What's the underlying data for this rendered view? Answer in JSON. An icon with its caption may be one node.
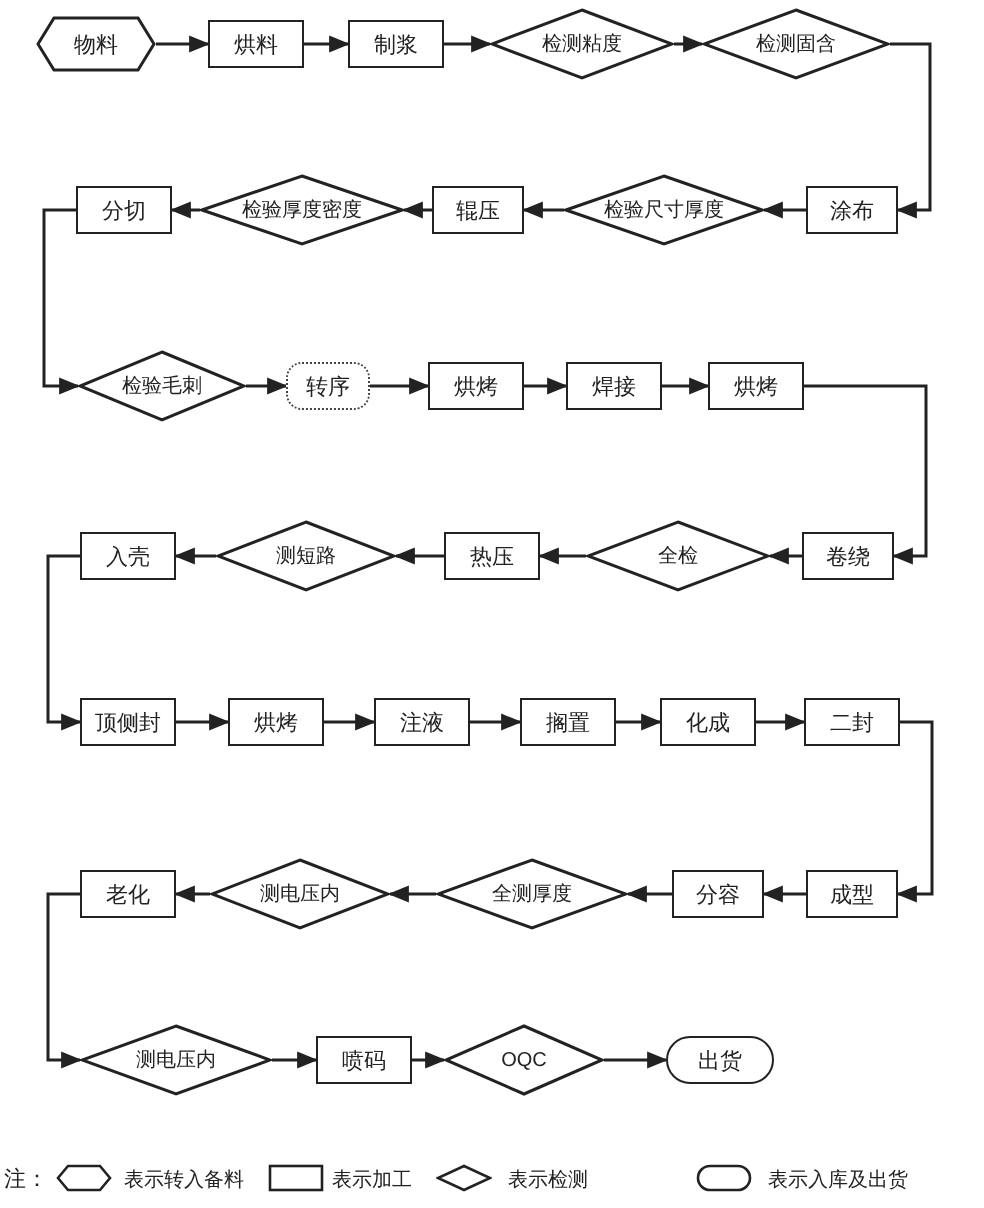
{
  "diagram": {
    "nodes": [
      {
        "text": [
          "物料"
        ]
      },
      {
        "text": [
          "烘料"
        ]
      },
      {
        "text": [
          "制浆"
        ]
      },
      {
        "text": [
          "检测粘度"
        ]
      },
      {
        "text": [
          "检测固含"
        ]
      },
      {
        "text": [
          "涂布"
        ]
      },
      {
        "text": [
          "检验尺寸厚度"
        ]
      },
      {
        "text": [
          "辊压"
        ]
      },
      {
        "text": [
          "检验厚度密度"
        ]
      },
      {
        "text": [
          "分切"
        ]
      },
      {
        "text": [
          "检验毛刺"
        ]
      },
      {
        "text": [
          "转序"
        ]
      },
      {
        "text": [
          "烘烤"
        ]
      },
      {
        "text": [
          "焊接"
        ]
      },
      {
        "text": [
          "烘烤"
        ]
      },
      {
        "text": [
          "卷绕"
        ]
      },
      {
        "text": [
          "全检"
        ]
      },
      {
        "text": [
          "热压"
        ]
      },
      {
        "text": [
          "测短路"
        ]
      },
      {
        "text": [
          "入壳"
        ]
      },
      {
        "text": [
          "顶侧封"
        ]
      },
      {
        "text": [
          "烘烤"
        ]
      },
      {
        "text": [
          "注液"
        ]
      },
      {
        "text": [
          "搁置"
        ]
      },
      {
        "text": [
          "化成"
        ]
      },
      {
        "text": [
          "二封"
        ]
      },
      {
        "text": [
          "成型"
        ]
      },
      {
        "text": [
          "分容"
        ]
      },
      {
        "text": [
          "全测厚度"
        ]
      },
      {
        "text": [
          "测电压内"
        ]
      },
      {
        "text": [
          "老化"
        ]
      },
      {
        "text": [
          "测电压内"
        ]
      },
      {
        "text": [
          "喷码"
        ]
      },
      {
        "text": [
          "OQC"
        ]
      },
      {
        "text": [
          "出货"
        ]
      }
    ],
    "edges": [
      {
        "from": 0,
        "to": 1,
        "arrow": "to"
      },
      {
        "from": 1,
        "to": 2,
        "arrow": "to"
      },
      {
        "from": 2,
        "to": 3,
        "arrow": "to"
      },
      {
        "from": 3,
        "to": 4,
        "arrow": "to"
      },
      {
        "from": 4,
        "to": 5,
        "arrow": "to"
      },
      {
        "from": 5,
        "to": 6,
        "arrow": "to"
      },
      {
        "from": 6,
        "to": 7,
        "arrow": "to"
      },
      {
        "from": 7,
        "to": 8,
        "arrow": "to"
      },
      {
        "from": 8,
        "to": 9,
        "arrow": "to"
      },
      {
        "from": 9,
        "to": 10,
        "arrow": "to"
      },
      {
        "from": 10,
        "to": 11,
        "arrow": "to"
      },
      {
        "from": 11,
        "to": 12,
        "arrow": "to"
      },
      {
        "from": 12,
        "to": 13,
        "arrow": "to"
      },
      {
        "from": 13,
        "to": 14,
        "arrow": "to"
      },
      {
        "from": 14,
        "to": 15,
        "arrow": "to"
      },
      {
        "from": 15,
        "to": 16,
        "arrow": "to"
      },
      {
        "from": 16,
        "to": 17,
        "arrow": "to"
      },
      {
        "from": 17,
        "to": 18,
        "arrow": "to"
      },
      {
        "from": 18,
        "to": 19,
        "arrow": "to"
      },
      {
        "from": 19,
        "to": 20,
        "arrow": "to"
      },
      {
        "from": 20,
        "to": 21,
        "arrow": "to"
      },
      {
        "from": 21,
        "to": 22,
        "arrow": "to"
      },
      {
        "from": 22,
        "to": 23,
        "arrow": "to"
      },
      {
        "from": 23,
        "to": 24,
        "arrow": "to"
      },
      {
        "from": 24,
        "to": 25,
        "arrow": "to"
      },
      {
        "from": 25,
        "to": 26,
        "arrow": "to"
      },
      {
        "from": 26,
        "to": 27,
        "arrow": "to"
      },
      {
        "from": 27,
        "to": 28,
        "arrow": "to"
      },
      {
        "from": 28,
        "to": 29,
        "arrow": "to"
      },
      {
        "from": 29,
        "to": 30,
        "arrow": "to"
      },
      {
        "from": 30,
        "to": 31,
        "arrow": "to"
      },
      {
        "from": 31,
        "to": 32,
        "arrow": "to"
      },
      {
        "from": 32,
        "to": 33,
        "arrow": "to"
      },
      {
        "from": 33,
        "to": 34,
        "arrow": "to"
      }
    ],
    "labels": [
      "注："
    ],
    "legend": [
      {
        "text": "表示转入备料"
      },
      {
        "text": "表示加工"
      },
      {
        "text": "表示检测"
      },
      {
        "text": "表示入库及出货"
      }
    ]
  }
}
